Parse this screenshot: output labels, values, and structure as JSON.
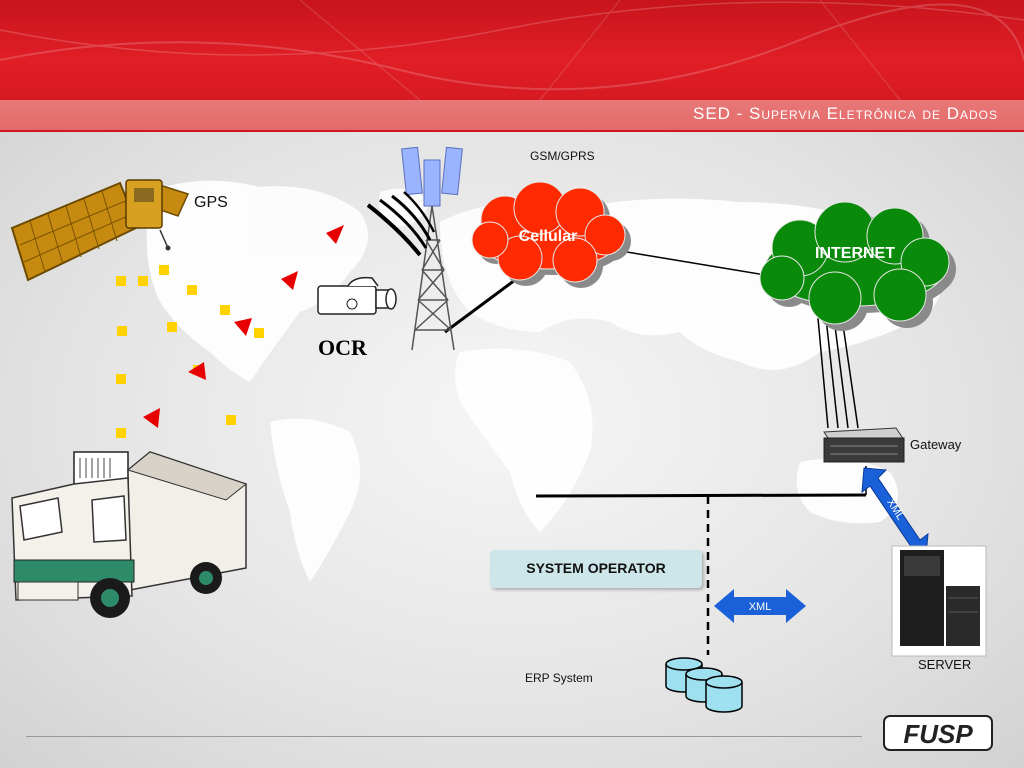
{
  "header": {
    "title": "SED - Supervia Eletrônica de Dados"
  },
  "labels": {
    "gps": "GPS",
    "gsm": "GSM/GPRS",
    "cellular": "Cellular",
    "internet": "INTERNET",
    "ocr": "OCR",
    "gateway": "Gateway",
    "xml_vertical": "XML",
    "xml_horizontal": "XML",
    "system_operator": "SYSTEM OPERATOR",
    "erp": "ERP System",
    "server": "SERVER"
  },
  "logo": {
    "text": "FUSP"
  },
  "colors": {
    "header_red": "#d81a22",
    "cellular_fill": "#ff2a00",
    "internet_fill": "#0a8a0a",
    "xml_arrow": "#1a60d8",
    "sysop_fill": "#cde6ea",
    "marker_yellow": "#ffd200",
    "marker_red": "#e80000"
  }
}
